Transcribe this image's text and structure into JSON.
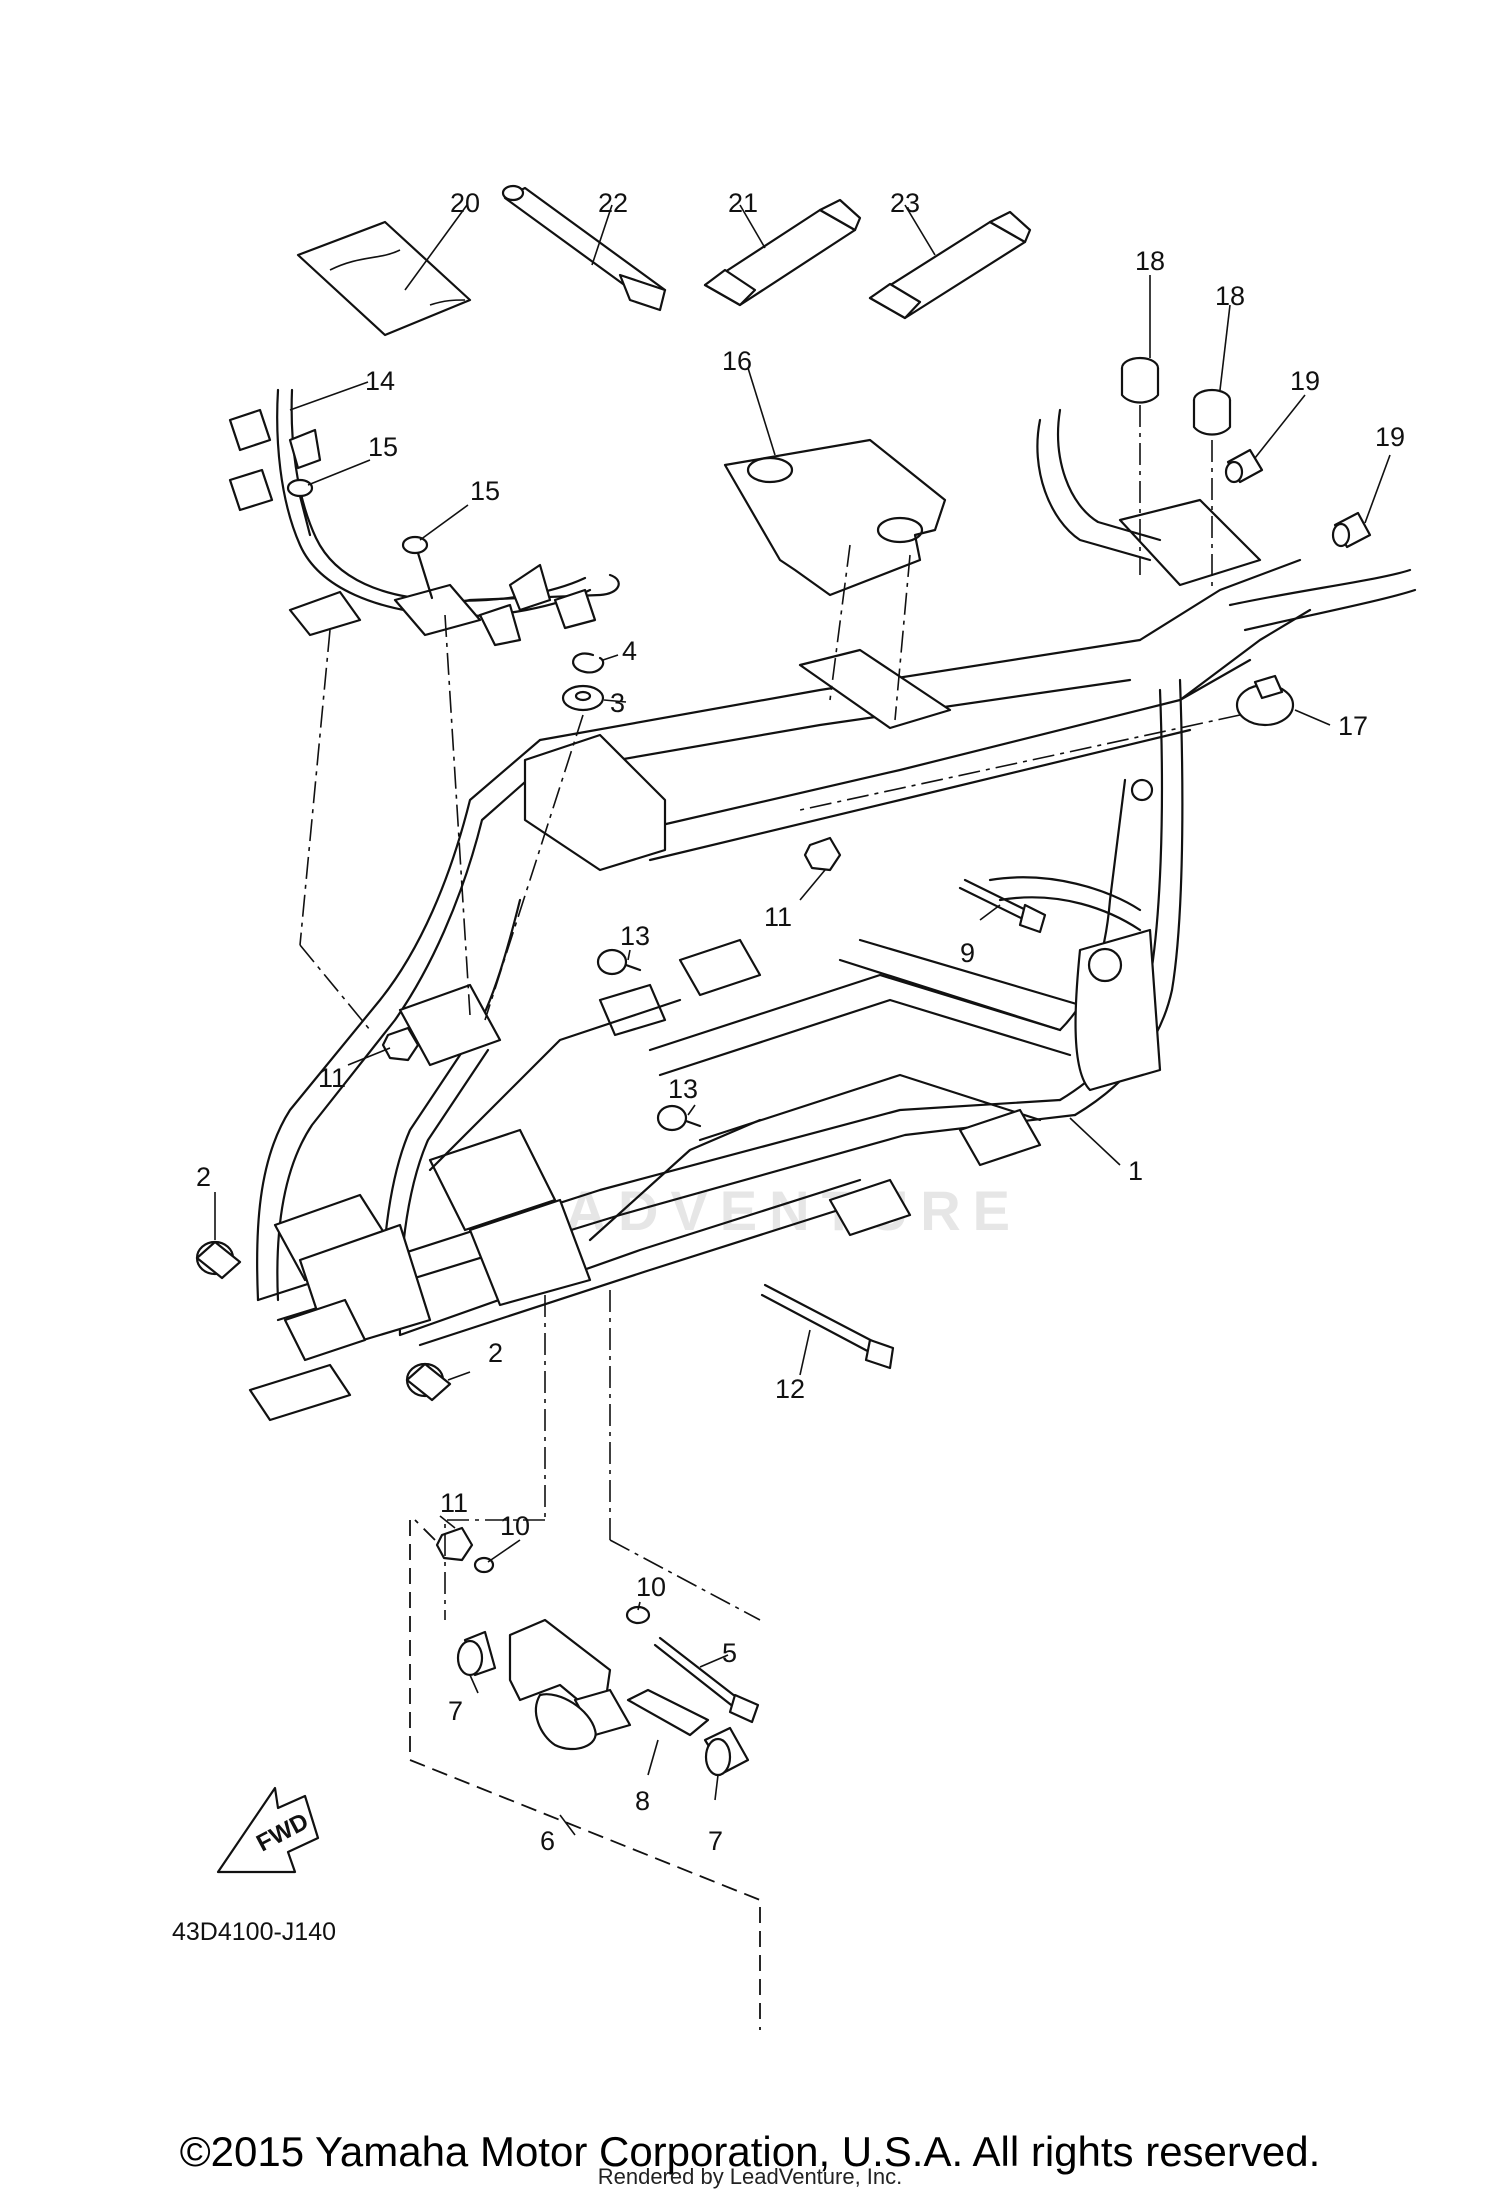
{
  "callouts": {
    "p1": "1",
    "p2a": "2",
    "p2b": "2",
    "p3": "3",
    "p4": "4",
    "p5": "5",
    "p6": "6",
    "p7a": "7",
    "p7b": "7",
    "p8": "8",
    "p9": "9",
    "p10a": "10",
    "p10b": "10",
    "p11a": "11",
    "p11b": "11",
    "p11c": "11",
    "p12": "12",
    "p13a": "13",
    "p13b": "13",
    "p14": "14",
    "p15a": "15",
    "p15b": "15",
    "p16": "16",
    "p17": "17",
    "p18a": "18",
    "p18b": "18",
    "p19a": "19",
    "p19b": "19",
    "p20": "20",
    "p21": "21",
    "p22": "22",
    "p23": "23"
  },
  "fwd_label": "FWD",
  "diagram_code": "43D4100-J140",
  "watermark": "LEADVENTURE",
  "copyright": "©2015 Yamaha Motor Corporation, U.S.A. All rights reserved.",
  "rendered_by": "Rendered by LeadVenture, Inc."
}
